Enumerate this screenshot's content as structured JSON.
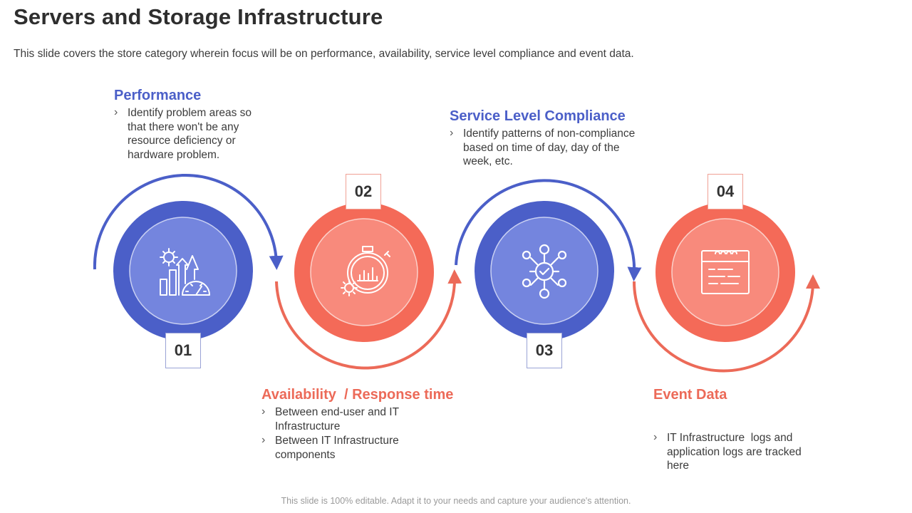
{
  "page": {
    "title": "Servers and Storage Infrastructure",
    "subtitle": "This slide covers the store category wherein focus will be on performance, availability, service level compliance and event data.",
    "footer": "This slide is 100% editable. Adapt it to your needs and capture your audience's attention."
  },
  "colors": {
    "blue": "#4b5fc8",
    "blue_inner": "#7485de",
    "red": "#f46a58",
    "red_inner": "#f88a7c",
    "arrow_blue": "#4b5fc8",
    "arrow_red": "#ec6a58"
  },
  "steps": [
    {
      "number": "01",
      "heading": "Performance",
      "bullets": [
        "Identify problem areas so that there won't be any resource deficiency or hardware problem."
      ],
      "icon": "chart-gear-gauge-icon"
    },
    {
      "number": "02",
      "heading": "Availability  / Response time",
      "bullets": [
        "Between end-user and IT Infrastructure",
        "Between IT Infrastructure components"
      ],
      "icon": "stopwatch-chart-icon"
    },
    {
      "number": "03",
      "heading": "Service Level Compliance",
      "bullets": [
        "Identify patterns of non-compliance based on time of day, day of the week, etc."
      ],
      "icon": "network-check-icon"
    },
    {
      "number": "04",
      "heading": "Event Data",
      "bullets": [
        "IT Infrastructure  logs and application logs are tracked here"
      ],
      "icon": "log-document-icon"
    }
  ]
}
